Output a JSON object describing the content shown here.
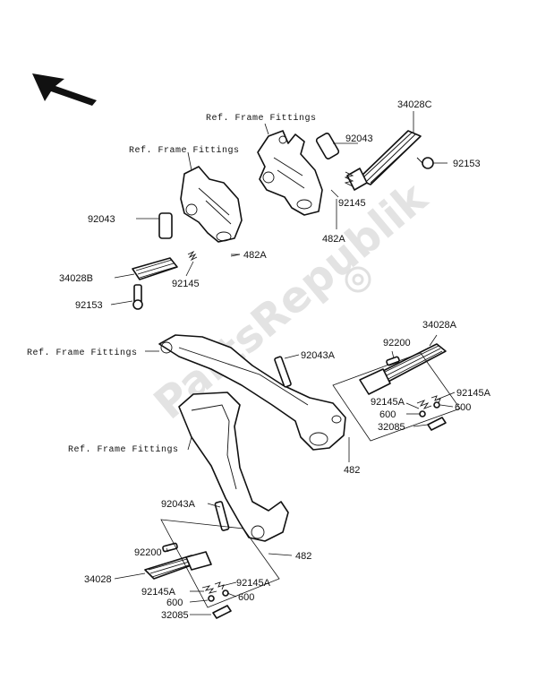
{
  "watermark": {
    "text": "PartsRepublik"
  },
  "labels": {
    "ref_frame_1": "Ref. Frame Fittings",
    "ref_frame_2": "Ref. Frame Fittings",
    "ref_frame_3": "Ref. Frame Fittings",
    "ref_frame_4": "Ref. Frame Fittings",
    "p_34028C": "34028C",
    "p_92043_a": "92043",
    "p_92153_a": "92153",
    "p_92145_a": "92145",
    "p_482A_a": "482A",
    "p_92043_b": "92043",
    "p_482A_b": "482A",
    "p_34028B": "34028B",
    "p_92145_b": "92145",
    "p_92153_b": "92153",
    "p_92043A_a": "92043A",
    "p_34028A": "34028A",
    "p_92200_a": "92200",
    "p_92145A_a": "92145A",
    "p_92145A_b": "92145A",
    "p_600_a": "600",
    "p_600_b": "600",
    "p_32085_a": "32085",
    "p_482_a": "482",
    "p_92043A_b": "92043A",
    "p_482_b": "482",
    "p_92200_b": "92200",
    "p_34028": "34028",
    "p_92145A_c": "92145A",
    "p_92145A_d": "92145A",
    "p_600_c": "600",
    "p_600_d": "600",
    "p_32085_b": "32085"
  }
}
